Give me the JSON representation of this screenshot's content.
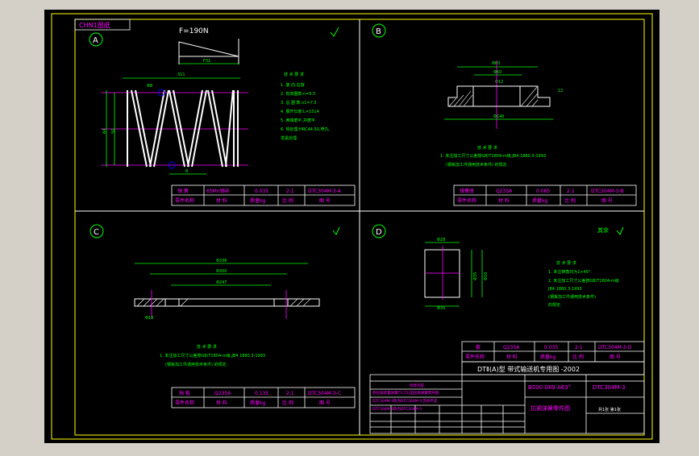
{
  "colors": {
    "background": "#000000",
    "frame": "#ffff00",
    "outline": "#ffffff",
    "dimension": "#00ff00",
    "center_line": "#ff00ff",
    "label": "#ff00ff",
    "note": "#00ff00",
    "text_white": "#ffffff",
    "marker": "#00ff00",
    "os_chrome": "#d4d0c8"
  },
  "sheet": {
    "corner_tag": "CHN1图纸",
    "views": [
      {
        "id": "A",
        "label": "A"
      },
      {
        "id": "B",
        "label": "B"
      },
      {
        "id": "C",
        "label": "C"
      },
      {
        "id": "D",
        "label": "D"
      }
    ]
  },
  "view_a": {
    "force_label": "F=190N",
    "dims": {
      "f_len": "F31",
      "total": "311",
      "pitch": "8",
      "outer_d": "64",
      "inner_d": "50",
      "wire": "Φ8"
    },
    "notes": [
      "技 术 要 求",
      "1. 旋  向:右旋",
      "2. 有效圈数:n=5.5",
      "3. 总 圈 数:n1=7.5",
      "4. 展开长度:L=1514",
      "5. 两端磨平,并磨平.",
      "6. 热处理:HRC44-50,喷丸.",
      "   发黑处理."
    ],
    "title_rows": [
      [
        "弹 簧",
        "65Mn钢丝",
        "0.035",
        "2:1",
        "DTC304M-3-A"
      ],
      [
        "零件名称",
        "材 料",
        "质量kg",
        "比 例",
        "图 号"
      ]
    ]
  },
  "view_b": {
    "dims": {
      "top": "Φ80",
      "mid": "Φ60",
      "hole": "Φ12",
      "base": "Φ140",
      "height": "12"
    },
    "notes": [
      "技 术 要 求",
      "1. 未注加工尺寸公差按GB/T1804-m级,JB4 1880.3-1993",
      "   (钢板加工件通用技术条件) 的规定."
    ],
    "title_rows": [
      [
        "弹簧座",
        "Q235A",
        "0.085",
        "2:1",
        "DTC304M-3-B"
      ],
      [
        "零件名称",
        "材 料",
        "质量kg",
        "比 例",
        "图 号"
      ]
    ]
  },
  "view_c": {
    "dims": {
      "outer": "Φ336",
      "mid": "Φ300",
      "inner": "Φ247",
      "thick": "Φ18"
    },
    "notes": [
      "技 术 要 求",
      "1. 未注加工尺寸公差按GB/T1804-m级,JB4 1880.3-1993",
      "   (钢板加工件通用技术条件) 的规定."
    ],
    "title_rows": [
      [
        "挡 板",
        "Q235A",
        "0.135",
        "2:1",
        "DTC304M-3-C"
      ],
      [
        "零件名称",
        "材 料",
        "质量kg",
        "比 例",
        "图 号"
      ]
    ]
  },
  "view_d": {
    "roughness": "其余",
    "dims": {
      "top": "Φ28",
      "height": "Φ35",
      "bottom": "Φ35",
      "bore": "Φ10"
    },
    "notes": [
      "技 术 要 求",
      "1. 未注倒角均为1×45°.",
      "2. 未注加工尺寸公差按GB/T1804-m级",
      "   JB4 1880.3-1993",
      "   (钢板加工件通用技术条件)",
      "   的规定."
    ],
    "title_rows": [
      [
        "套",
        "Q235A",
        "0.035",
        "2:1",
        "DTC304M-3-D"
      ],
      [
        "零件名称",
        "材 料",
        "质量kg",
        "比 例",
        "图 号"
      ]
    ]
  },
  "main_title": {
    "project": "DTⅡ(A)型  带式输送机专用图 -2002",
    "spec": "B500 089 A63°",
    "drawing_no": "DTC304M-3",
    "name": "拉紧弹簧零件图",
    "sheet_count": "共1张 第1张"
  },
  "revision_block": {
    "header": "修改内容",
    "lines": [
      "原拉紧装置弹簧T1(T2)型拉紧弹簧零件图",
      "DTC304M-3改为DTC304M-3,其他不变",
      "DTC304M-3改为DTC304M-3"
    ]
  }
}
